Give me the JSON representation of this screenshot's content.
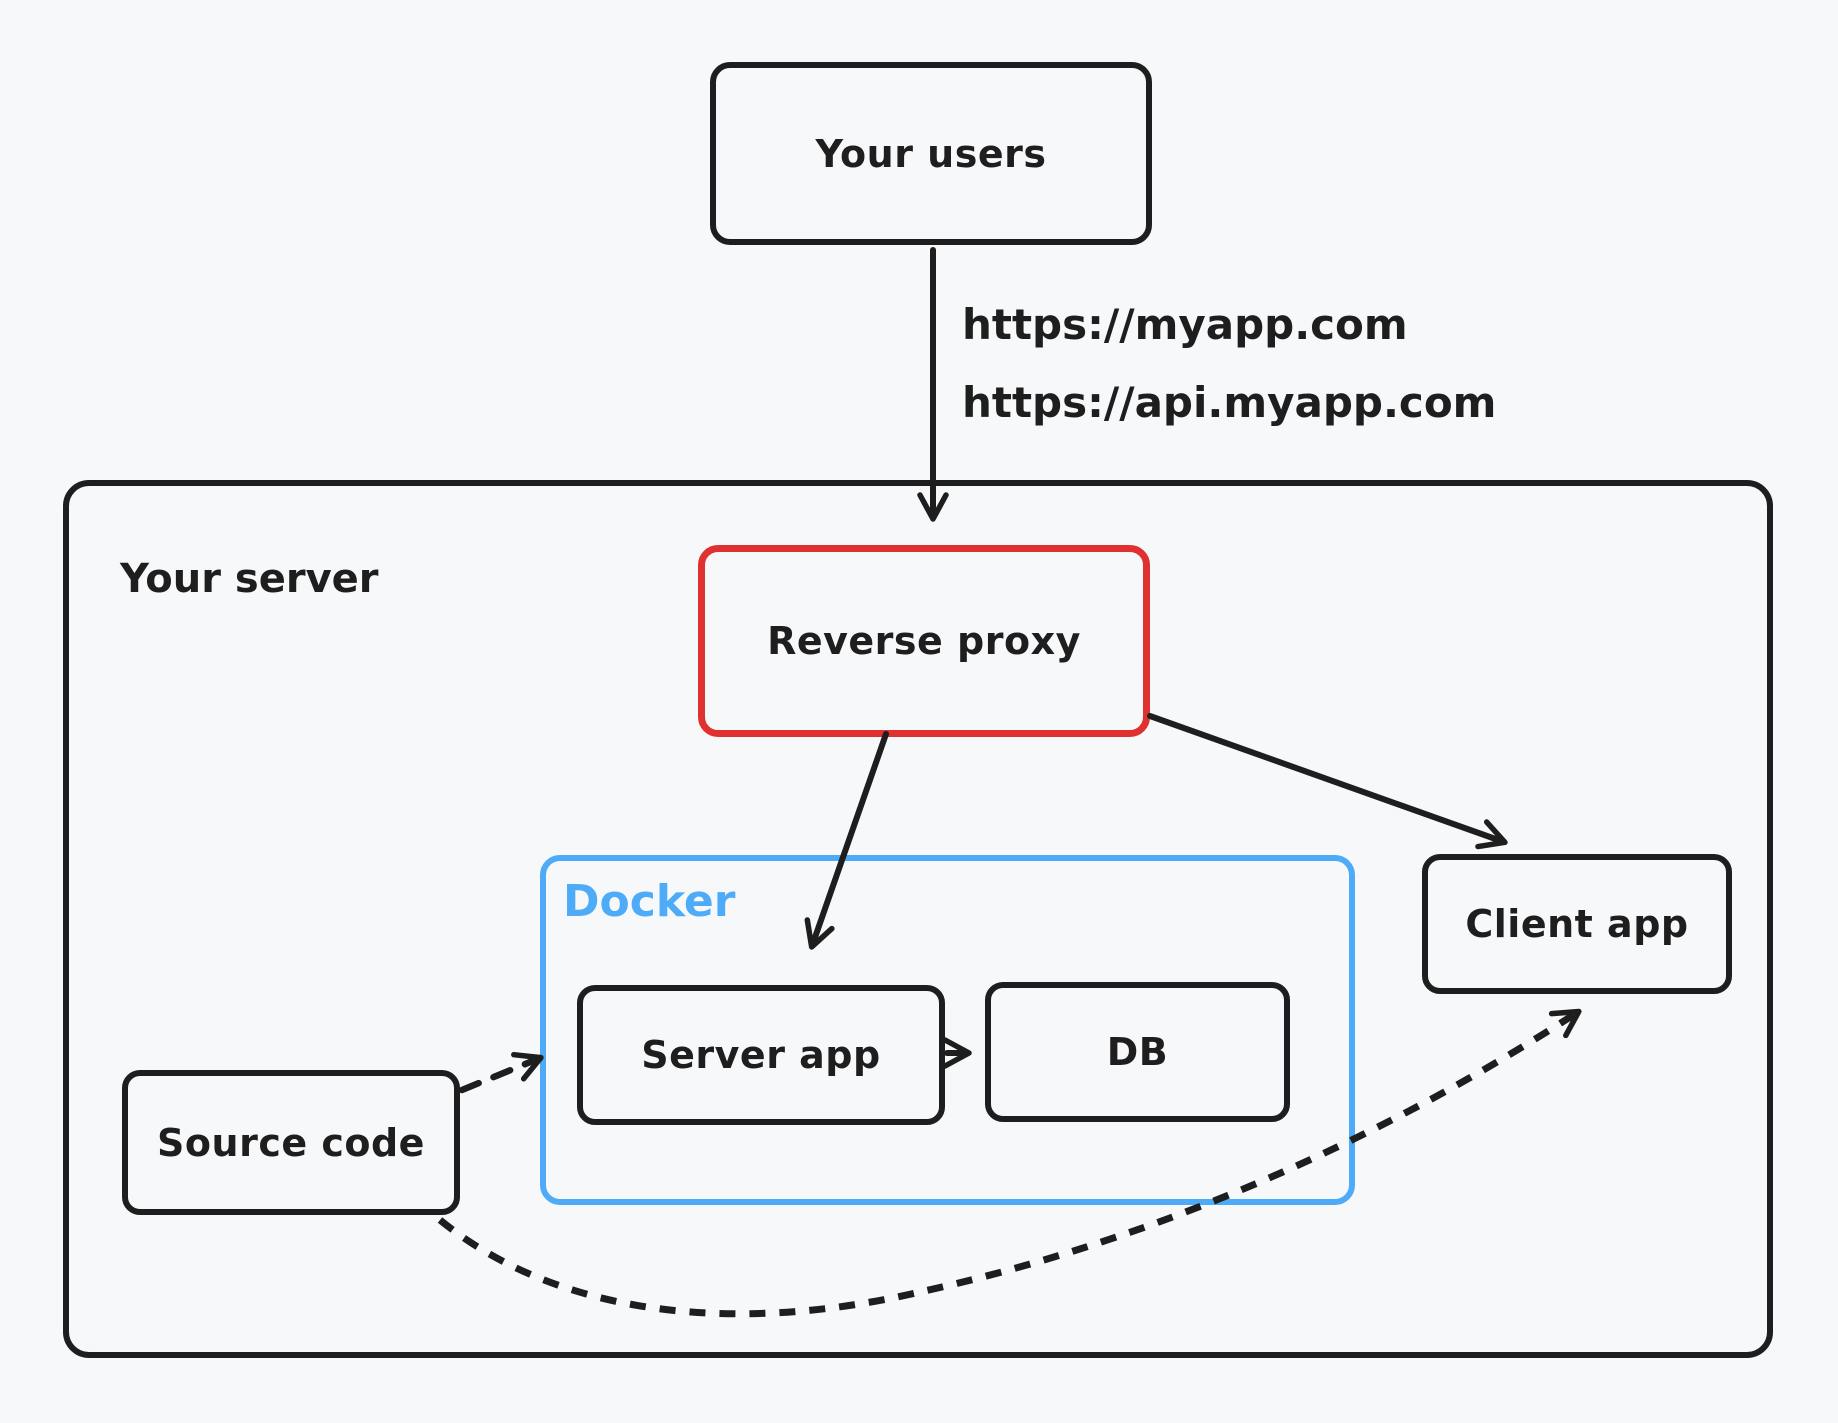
{
  "diagram": {
    "background": "#f7f8fa",
    "palette": {
      "stroke": "#1e1e1e",
      "accent_red": "#e03131",
      "accent_blue": "#4dabf7"
    },
    "nodes": {
      "users": {
        "label": "Your users"
      },
      "server": {
        "label": "Your server"
      },
      "reverse_proxy": {
        "label": "Reverse proxy"
      },
      "docker": {
        "label": "Docker"
      },
      "server_app": {
        "label": "Server app"
      },
      "db": {
        "label": "DB"
      },
      "client_app": {
        "label": "Client app"
      },
      "source_code": {
        "label": "Source code"
      }
    },
    "edge_labels": {
      "user_request_line1": "https://myapp.com",
      "user_request_line2": "https://api.myapp.com"
    },
    "edges": [
      {
        "from": "users",
        "to": "reverse_proxy",
        "style": "solid"
      },
      {
        "from": "reverse_proxy",
        "to": "server_app",
        "style": "solid"
      },
      {
        "from": "reverse_proxy",
        "to": "client_app",
        "style": "solid"
      },
      {
        "from": "server_app",
        "to": "db",
        "style": "solid"
      },
      {
        "from": "source_code",
        "to": "server_app",
        "style": "dashed"
      },
      {
        "from": "source_code",
        "to": "client_app",
        "style": "dashed"
      }
    ]
  }
}
